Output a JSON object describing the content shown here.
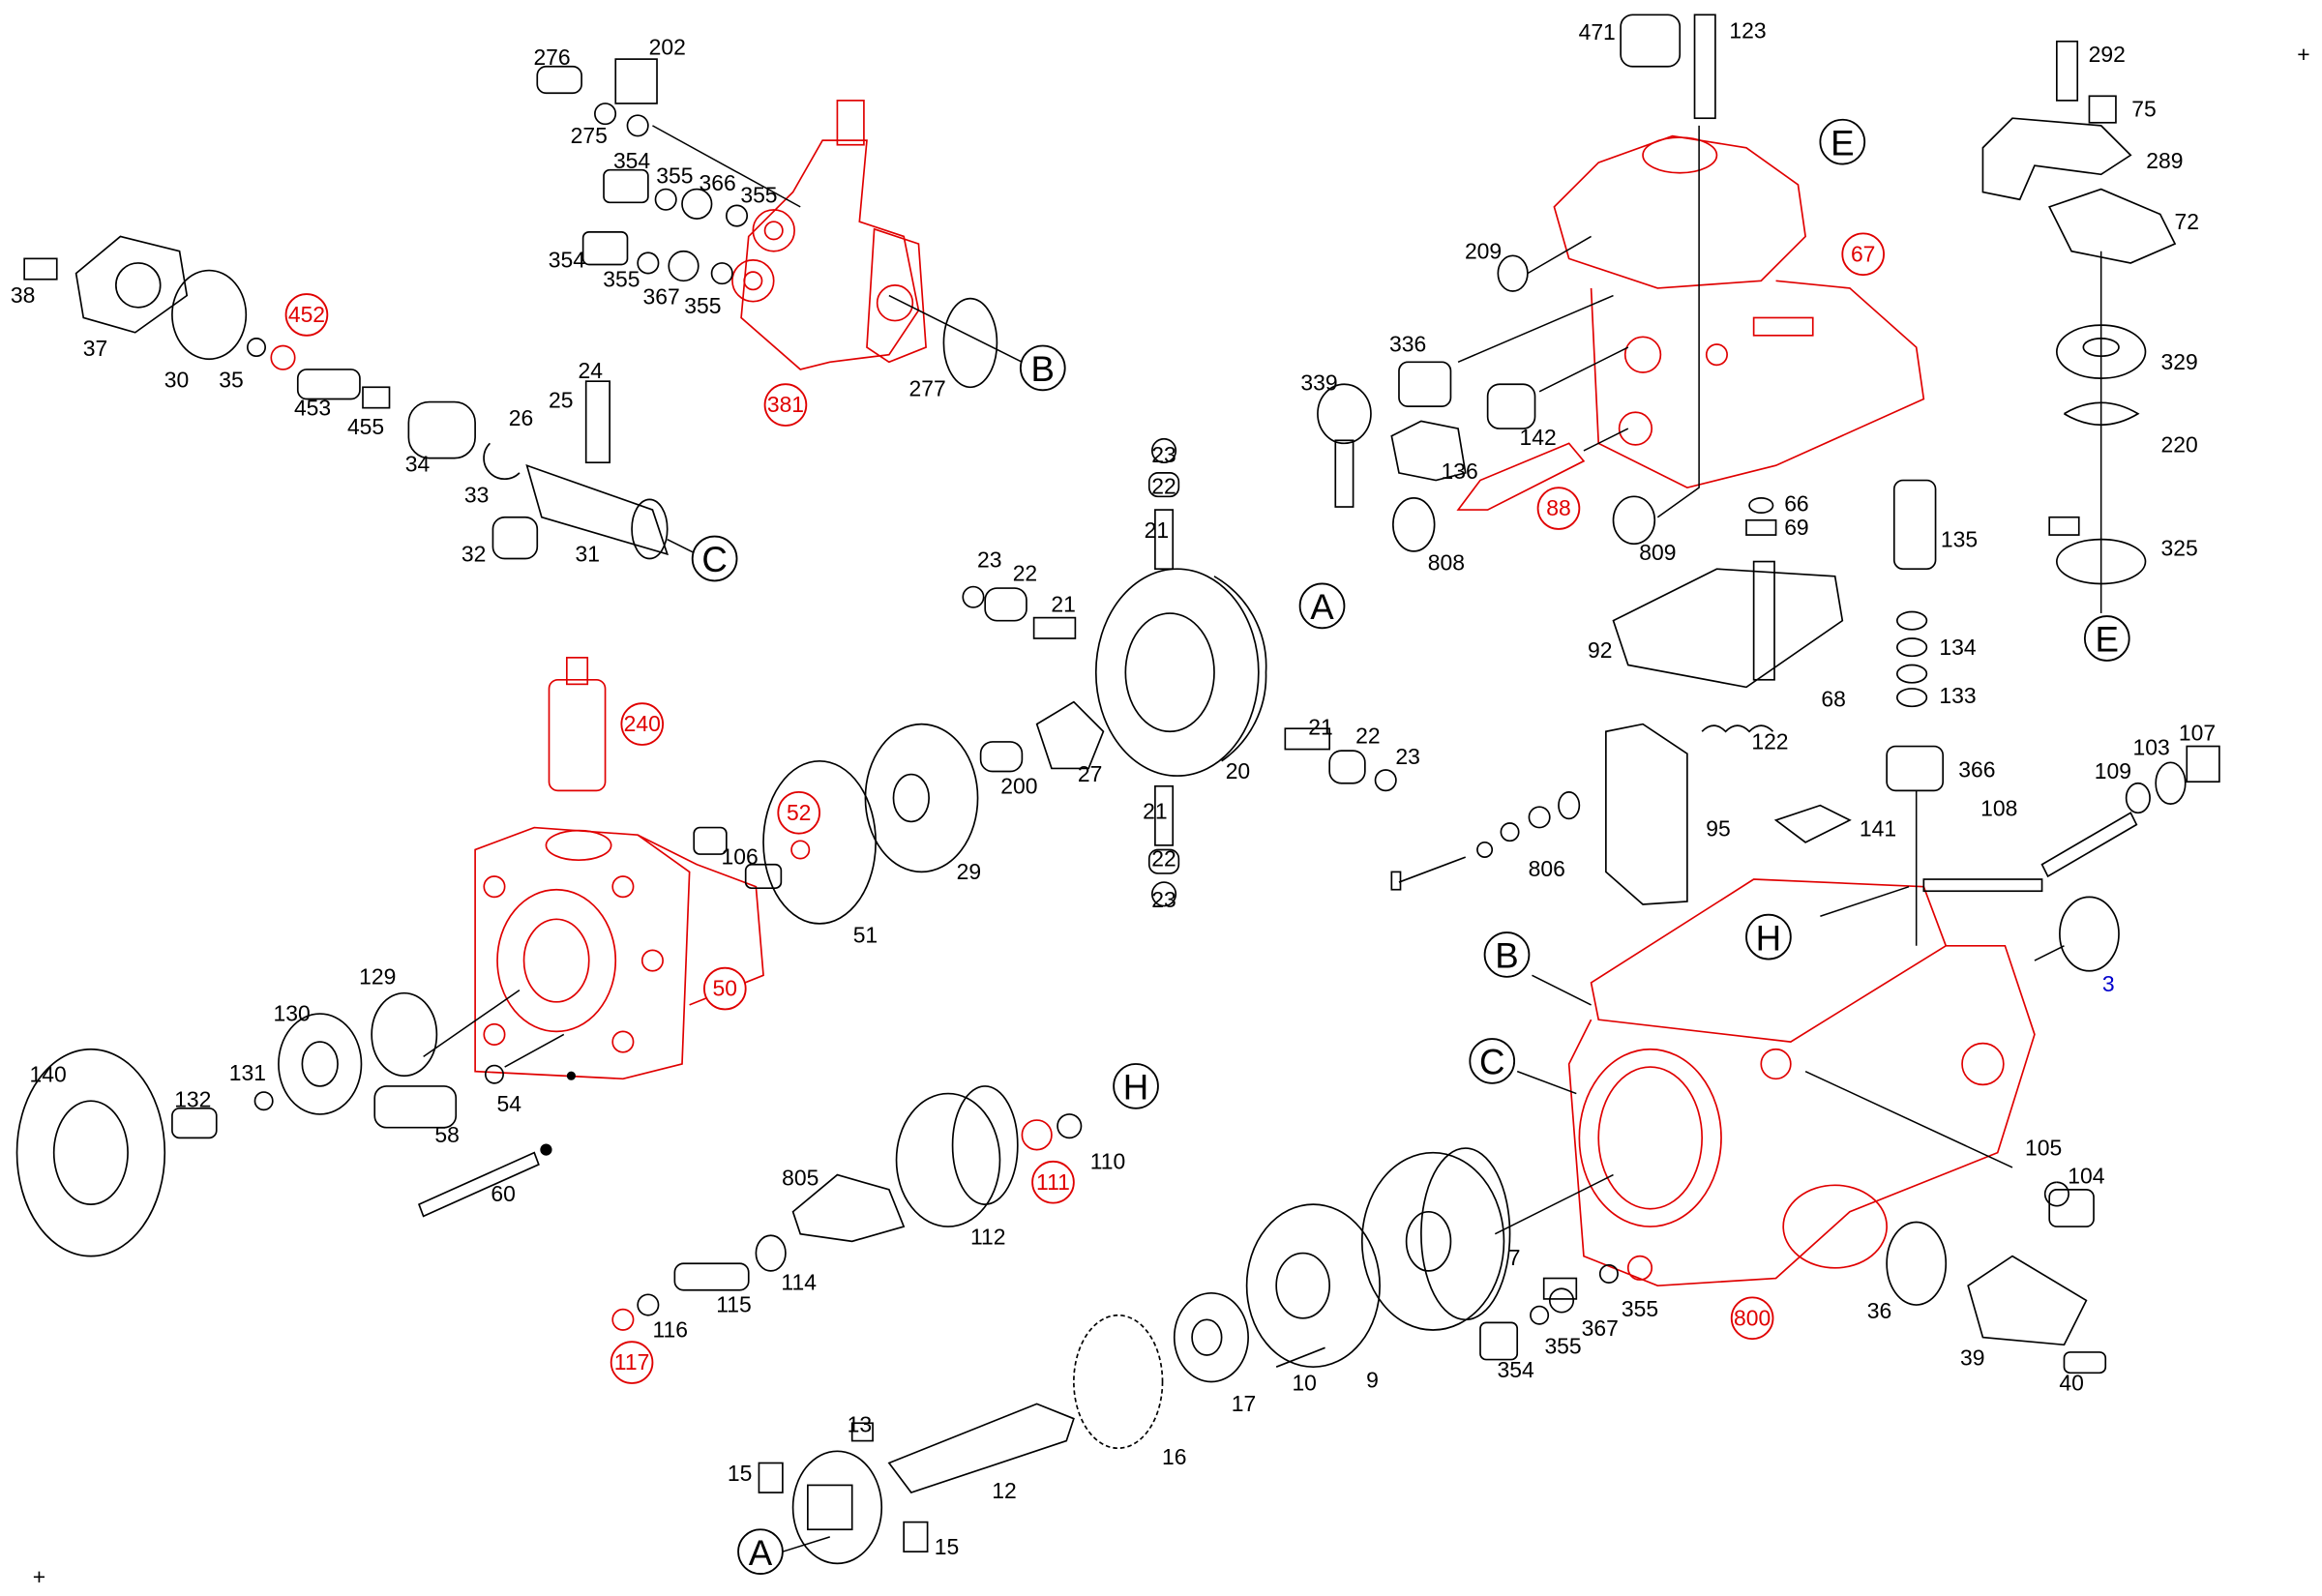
{
  "diagram": {
    "type": "exploded parts diagram",
    "colors": {
      "highlight": "#e00000",
      "normal": "#000000",
      "note": "#0000cc"
    },
    "part_labels": [
      "276",
      "202",
      "275",
      "354",
      "355",
      "366",
      "355",
      "354",
      "355",
      "367",
      "355",
      "277",
      "38",
      "37",
      "30",
      "35",
      "453",
      "455",
      "24",
      "25",
      "26",
      "34",
      "33",
      "32",
      "31",
      "471",
      "123",
      "209",
      "336",
      "339",
      "142",
      "136",
      "808",
      "809",
      "66",
      "69",
      "92",
      "68",
      "122",
      "135",
      "134",
      "133",
      "366",
      "292",
      "75",
      "289",
      "72",
      "329",
      "220",
      "325",
      "23",
      "22",
      "21",
      "23",
      "22",
      "21",
      "21",
      "22",
      "23",
      "20",
      "21",
      "22",
      "23",
      "27",
      "200",
      "29",
      "51",
      "106",
      "129",
      "130",
      "140",
      "131",
      "132",
      "58",
      "54",
      "60",
      "805",
      "112",
      "110",
      "114",
      "115",
      "116",
      "108",
      "109",
      "103",
      "107",
      "141",
      "95",
      "806",
      "105",
      "104",
      "7",
      "355",
      "367",
      "355",
      "354",
      "36",
      "39",
      "40",
      "9",
      "10",
      "17",
      "16",
      "13",
      "12",
      "15",
      "15"
    ],
    "highlighted_labels": [
      "452",
      "381",
      "67",
      "88",
      "240",
      "52",
      "50",
      "111",
      "117",
      "800"
    ],
    "note_labels": [
      "3"
    ],
    "callouts": [
      "B",
      "C",
      "E",
      "A",
      "E",
      "H",
      "H",
      "B",
      "C",
      "A"
    ],
    "markers": [
      "+",
      "+"
    ]
  }
}
